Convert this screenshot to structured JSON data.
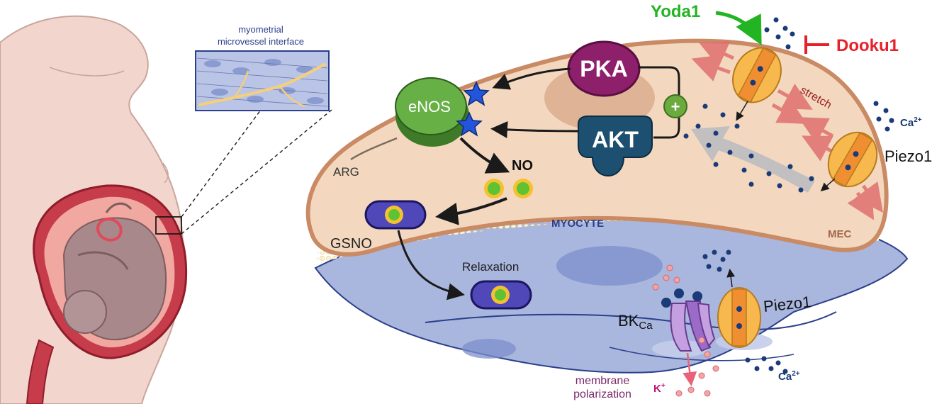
{
  "inset": {
    "title_line1": "myometrial",
    "title_line2": "microvessel interface"
  },
  "labels": {
    "yoda1": "Yoda1",
    "dooku1": "Dooku1",
    "pka": "PKA",
    "akt": "AKT",
    "enos": "eNOS",
    "plus": "+",
    "no": "NO",
    "arg": "ARG",
    "gsno": "GSNO",
    "stretch": "stretch",
    "ca_top": "Ca",
    "ca_top_sup": "2+",
    "piezo1_top": "Piezo1",
    "mec": "MEC",
    "myocyte": "MYOCYTE",
    "relaxation": "Relaxation",
    "bk_main": "BK",
    "bk_sub": "Ca",
    "piezo1_bottom": "Piezo1",
    "ca_bottom": "Ca",
    "ca_bottom_sup": "2+",
    "membrane_line1": "membrane",
    "membrane_line2": "polarization",
    "k": "K",
    "k_sup": "+"
  },
  "colors": {
    "yoda1": "#22b422",
    "dooku1": "#e8202a",
    "pka": "#8e1f6b",
    "akt": "#1d4f70",
    "enos": "#5aa83a",
    "ec_fill": "#f3d8bf",
    "ec_border": "#c98a64",
    "myocyte": "#aab6dc",
    "ca_ion": "#1a3a78",
    "k_label": "#c2127a",
    "stretch": "#9b1c1c",
    "membrane_label": "#7a2a6a"
  }
}
